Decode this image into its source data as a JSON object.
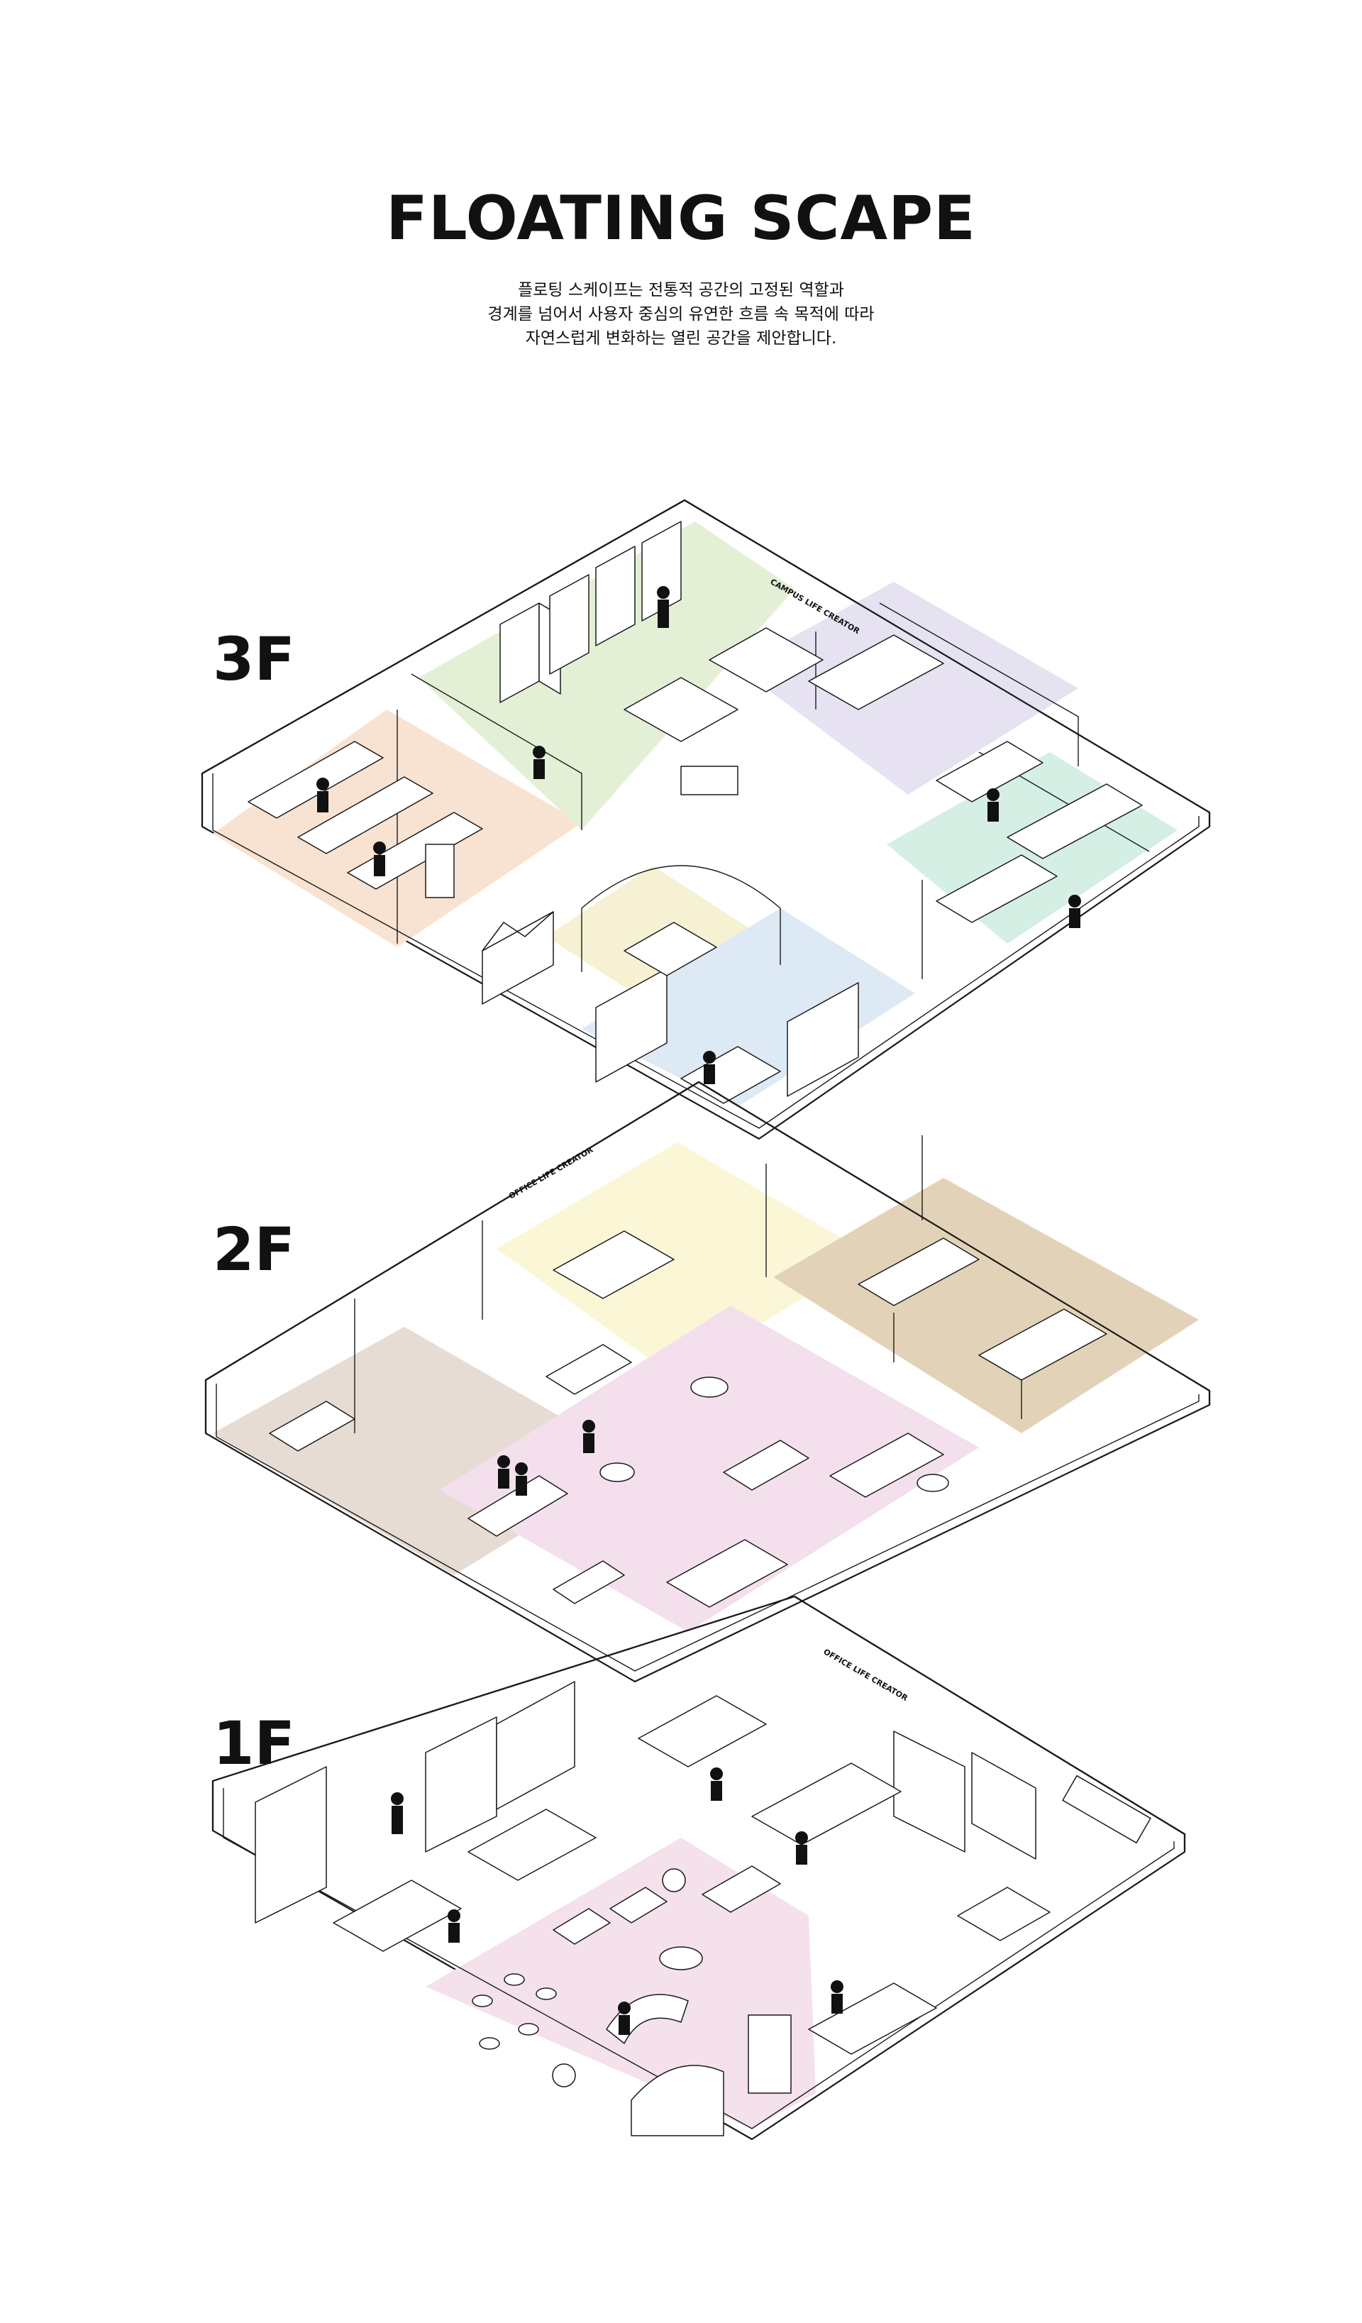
{
  "header": {
    "title": "FLOATING SCAPE",
    "description": [
      "플로팅 스케이프는 전통적 공간의 고정된 역할과",
      "경계를 넘어서 사용자 중심의 유연한 흐름 속 목적에 따라",
      "자연스럽게 변화하는 열린 공간을 제안합니다."
    ]
  },
  "floors": [
    {
      "label": "3F",
      "sign": "CAMPUS LIFE CREATOR",
      "zone_colors": [
        "#f8e3d2",
        "#e4f0d6",
        "#e6e2f2",
        "#d6efe5",
        "#f6f1d2",
        "#dde9f5",
        "#f4f4f4"
      ]
    },
    {
      "label": "2F",
      "sign": "OFFICE LIFE CREATOR",
      "zone_colors": [
        "#fbf7d6",
        "#e2d3b8",
        "#e6dcd3",
        "#f3e0ec",
        "#ece3d8"
      ]
    },
    {
      "label": "1F",
      "sign": "OFFICE LIFE CREATOR",
      "zone_colors": [
        "#dceff3",
        "#f4e1ec"
      ]
    }
  ]
}
